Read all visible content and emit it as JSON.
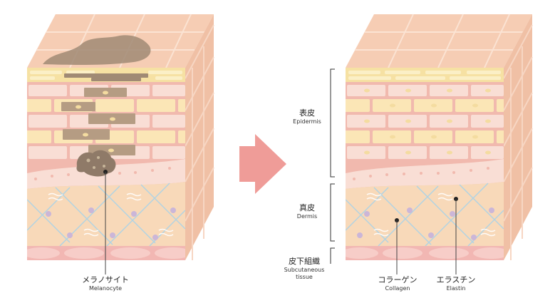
{
  "labels": {
    "melanocyte": {
      "jp": "メラノサイト",
      "en": "Melanocyte"
    },
    "epidermis": {
      "jp": "表皮",
      "en": "Epidermis"
    },
    "dermis": {
      "jp": "真皮",
      "en": "Dermis"
    },
    "subcutaneous": {
      "jp": "皮下組織",
      "en": "Subcutaneous",
      "en2": "tissue"
    },
    "collagen": {
      "jp": "コラーゲン",
      "en": "Collagen"
    },
    "elastin": {
      "jp": "エラスチン",
      "en": "Elastin"
    }
  },
  "colors": {
    "top_face": "#f6cdb4",
    "top_grid": "#fbe3d3",
    "stratum_yellow": "#f6e1a3",
    "cell_pink": "#f9ded5",
    "cell_yellow": "#fbe6b6",
    "mortar": "#f1b9ae",
    "dermis": "#f8d9b9",
    "fiber_blue": "#a9d3e8",
    "cell_purple": "#cbb6d8",
    "fat_pink": "#f2b7b3",
    "side_face": "#f0c0a5",
    "spot": "#a08a74",
    "arrow": "#ef9c98",
    "bracket": "#333333"
  },
  "icons": {
    "arrow": "right-arrow-icon"
  }
}
